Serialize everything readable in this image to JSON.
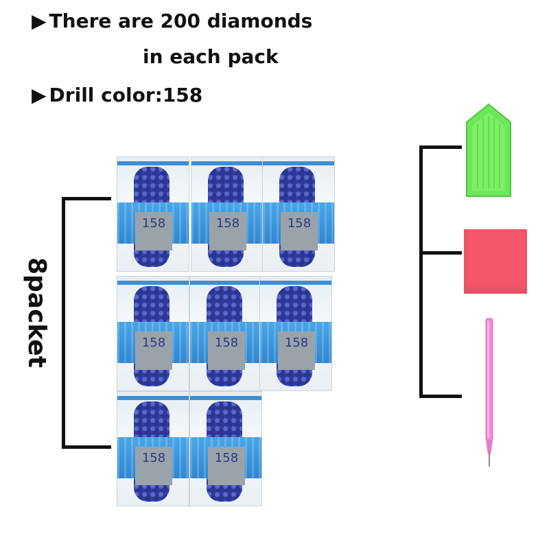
{
  "header": {
    "line1": "There are 200 diamonds",
    "line2": "in each pack",
    "line3": "Drill color:158",
    "bullet": "▶"
  },
  "side_label": "8packet",
  "packets": [
    {
      "code": "158"
    },
    {
      "code": "158"
    },
    {
      "code": "158"
    },
    {
      "code": "158"
    },
    {
      "code": "158"
    },
    {
      "code": "158"
    },
    {
      "code": "158"
    },
    {
      "code": "158"
    }
  ],
  "tools": [
    {
      "name": "tray-icon",
      "color": "#6ee65a"
    },
    {
      "name": "wax-clay-icon",
      "color": "#f4566a"
    },
    {
      "name": "drill-pen-icon",
      "color": "#f08ad6"
    }
  ],
  "colors": {
    "bag_band": "#3a8fd6",
    "beads": "#2f3ba0",
    "bracket": "#111111"
  }
}
